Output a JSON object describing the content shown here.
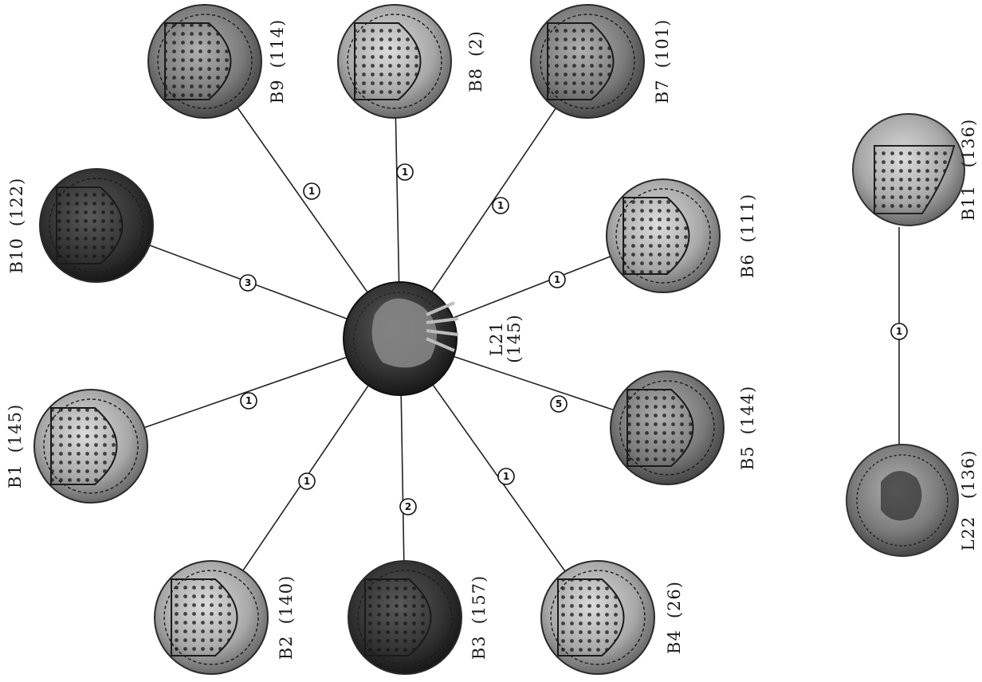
{
  "center": {
    "label": "L21",
    "count": "(145)"
  },
  "coins": [
    {
      "id": "B1",
      "label": "B1",
      "count": "(145)",
      "link": "1"
    },
    {
      "id": "B2",
      "label": "B2",
      "count": "(140)",
      "link": "1"
    },
    {
      "id": "B3",
      "label": "B3",
      "count": "(157)",
      "link": "2"
    },
    {
      "id": "B4",
      "label": "B4",
      "count": "(26)",
      "link": "1"
    },
    {
      "id": "B5",
      "label": "B5",
      "count": "(144)",
      "link": "5"
    },
    {
      "id": "B6",
      "label": "B6",
      "count": "(111)",
      "link": "1"
    },
    {
      "id": "B7",
      "label": "B7",
      "count": "(101)",
      "link": "1"
    },
    {
      "id": "B8",
      "label": "B8",
      "count": "(2)",
      "link": "1"
    },
    {
      "id": "B9",
      "label": "B9",
      "count": "(114)",
      "link": "1"
    },
    {
      "id": "B10",
      "label": "B10",
      "count": "(122)",
      "link": "3"
    }
  ],
  "pair": {
    "top": {
      "label": "B11",
      "count": "(136)"
    },
    "bottom": {
      "label": "L22",
      "count": "(136)"
    },
    "link": "1"
  },
  "colors": {
    "coin_dark": "#2b2b2b",
    "coin_mid": "#6e6e6e",
    "coin_light": "#a8a8a8",
    "line": "#222222"
  }
}
